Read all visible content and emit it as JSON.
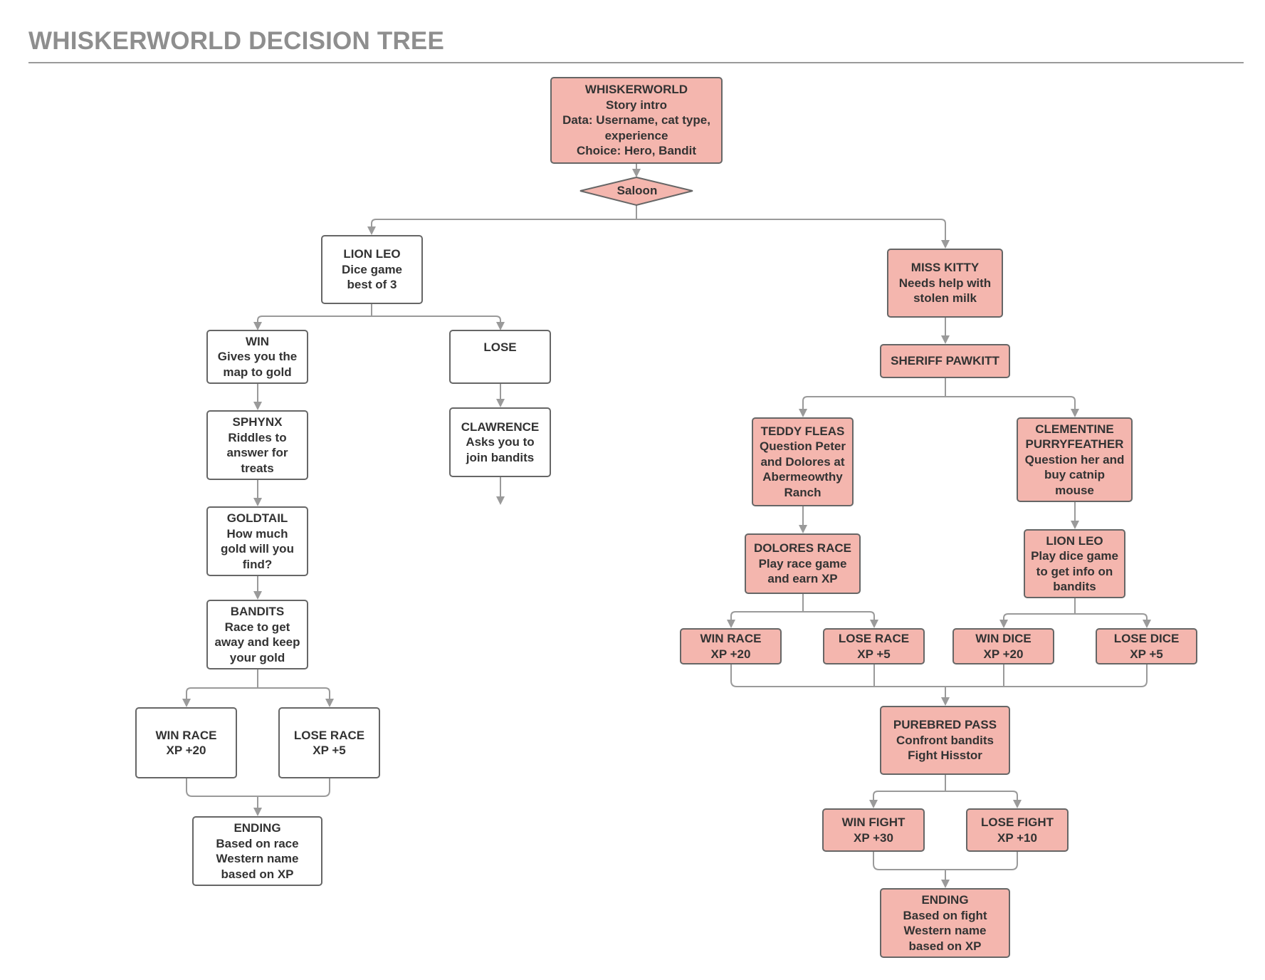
{
  "title": "WHISKERWORLD DECISION TREE",
  "colors": {
    "highlight_fill": "#f4b6ae",
    "plain_fill": "#ffffff",
    "border": "#666666",
    "connector": "#9a9a9a",
    "title": "#8e8e8e"
  },
  "decision": {
    "label": "Saloon"
  },
  "nodes": {
    "whiskerworld": [
      "WHISKERWORLD",
      "Story intro",
      "Data: Username, cat type,",
      "experience",
      "Choice: Hero, Bandit"
    ],
    "lion_leo_dice": [
      "LION LEO",
      "Dice game",
      "best of 3"
    ],
    "win": [
      "WIN",
      "Gives you the",
      "map to gold"
    ],
    "lose": [
      "LOSE"
    ],
    "sphynx": [
      "SPHYNX",
      "Riddles to",
      "answer for",
      "treats"
    ],
    "clawrence": [
      "CLAWRENCE",
      "Asks you to",
      "join bandits"
    ],
    "goldtail": [
      "GOLDTAIL",
      "How much",
      "gold will you",
      "find?"
    ],
    "bandits": [
      "BANDITS",
      "Race to get",
      "away and keep",
      "your gold"
    ],
    "left_win_race": [
      "WIN RACE",
      "XP +20"
    ],
    "left_lose_race": [
      "LOSE RACE",
      "XP +5"
    ],
    "left_ending": [
      "ENDING",
      "Based on race",
      "Western name",
      "based on XP"
    ],
    "miss_kitty": [
      "MISS KITTY",
      "Needs help with",
      "stolen milk"
    ],
    "sheriff": [
      "SHERIFF PAWKITT"
    ],
    "teddy": [
      "TEDDY FLEAS",
      "Question Peter",
      "and Dolores at",
      "Abermeowthy",
      "Ranch"
    ],
    "clementine": [
      "CLEMENTINE",
      "PURRYFEATHER",
      "Question her and",
      "buy catnip",
      "mouse"
    ],
    "dolores_race": [
      "DOLORES RACE",
      "Play race game",
      "and earn XP"
    ],
    "lion_leo_info": [
      "LION LEO",
      "Play dice game",
      "to get info on",
      "bandits"
    ],
    "right_win_race": [
      "WIN RACE",
      "XP +20"
    ],
    "right_lose_race": [
      "LOSE RACE",
      "XP +5"
    ],
    "win_dice": [
      "WIN DICE",
      "XP +20"
    ],
    "lose_dice": [
      "LOSE DICE",
      "XP +5"
    ],
    "purebred": [
      "PUREBRED PASS",
      "Confront bandits",
      "Fight Hisstor"
    ],
    "win_fight": [
      "WIN FIGHT",
      "XP +30"
    ],
    "lose_fight": [
      "LOSE FIGHT",
      "XP +10"
    ],
    "right_ending": [
      "ENDING",
      "Based on fight",
      "Western name",
      "based on XP"
    ]
  }
}
